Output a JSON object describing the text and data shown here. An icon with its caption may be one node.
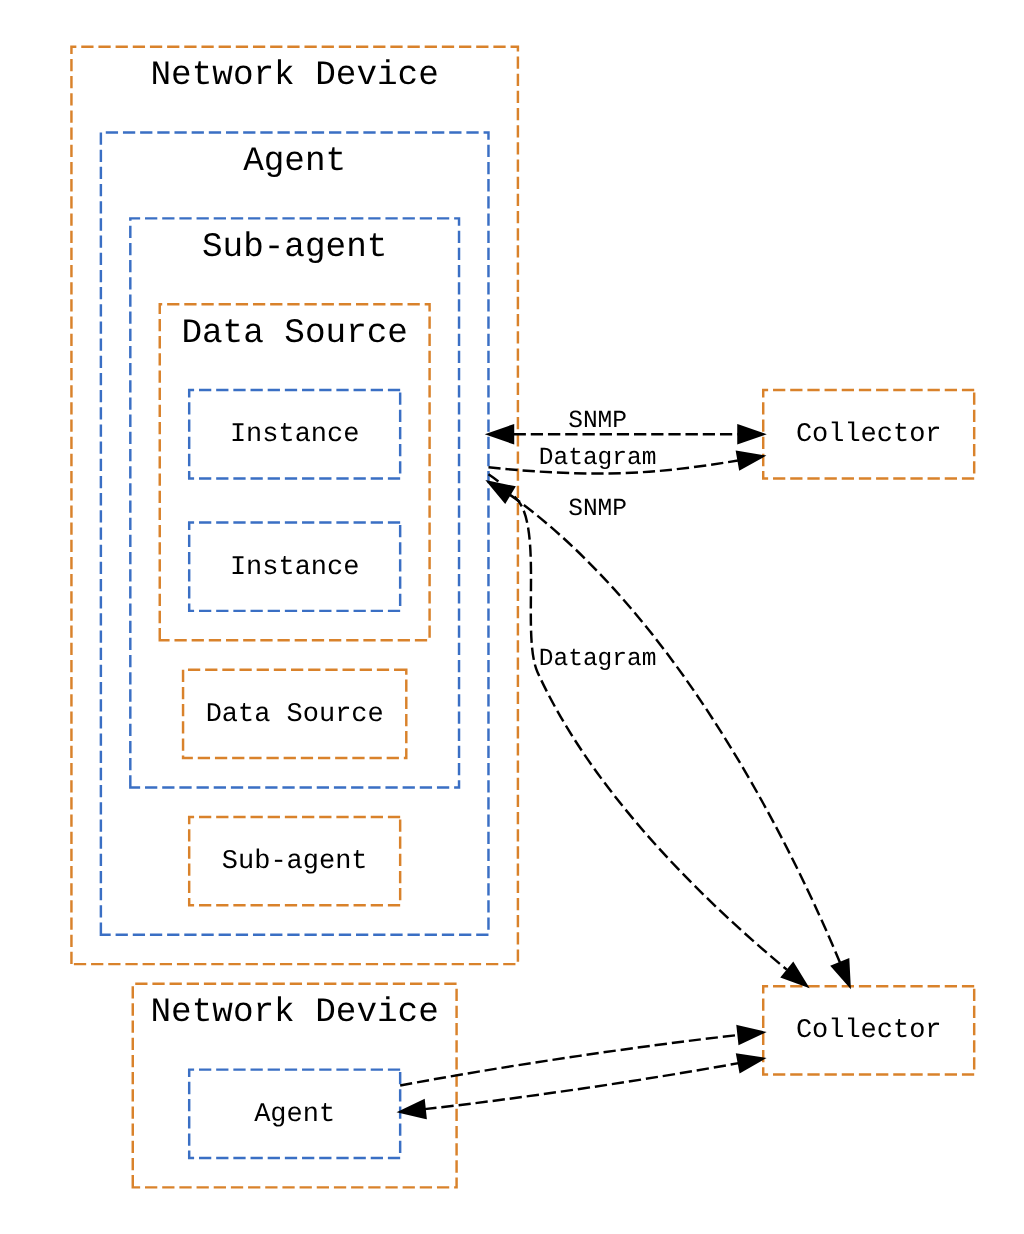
{
  "diagram": {
    "nodes": [
      {
        "text": [
          "Network Device"
        ]
      },
      {
        "text": [
          "Agent"
        ],
        "in": 0
      },
      {
        "text": [
          "Sub-agent"
        ],
        "in": 1
      },
      {
        "text": [
          "Data Source"
        ],
        "in": 2
      },
      {
        "text": [
          "Instance"
        ],
        "in": 3
      },
      {
        "text": [
          "Instance"
        ],
        "in": 3
      },
      {
        "text": [
          "Data Source"
        ],
        "in": 2
      },
      {
        "text": [
          "Sub-agent"
        ],
        "in": 1
      },
      {
        "text": [
          "Collector"
        ]
      },
      {
        "text": [
          "Collector"
        ]
      },
      {
        "text": [
          "Network Device"
        ]
      },
      {
        "text": [
          "Agent"
        ],
        "in": 10
      }
    ],
    "edges": [
      {
        "from": 1,
        "to": 8,
        "arrow": "both",
        "label": "SNMP"
      },
      {
        "from": 1,
        "to": 8,
        "arrow": "to",
        "label": "Datagram"
      },
      {
        "from": 1,
        "to": 9,
        "arrow": "both",
        "label": "SNMP"
      },
      {
        "from": 1,
        "to": 9,
        "arrow": "to",
        "label": "Datagram"
      },
      {
        "from": 11,
        "to": 9,
        "arrow": "both"
      },
      {
        "from": 11,
        "to": 9,
        "arrow": "to"
      }
    ]
  }
}
